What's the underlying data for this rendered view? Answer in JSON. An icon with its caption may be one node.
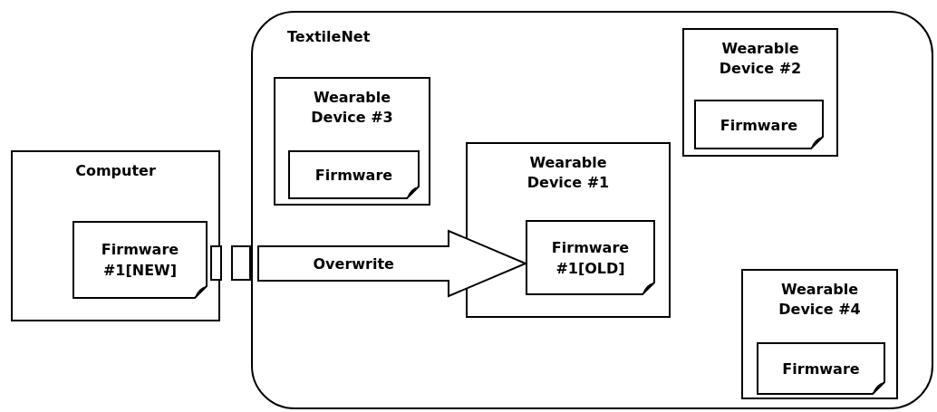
{
  "diagram": {
    "nodes": [
      {
        "text": [
          "Computer"
        ]
      },
      {
        "text": [
          "Firmware #1[NEW]"
        ],
        "in": 0
      },
      {
        "text": [
          "TextileNet"
        ]
      },
      {
        "text": [
          "Wearable Device #3"
        ],
        "in": 2
      },
      {
        "text": [
          "Firmware"
        ],
        "in": 3
      },
      {
        "text": [
          "Wearable Device #2"
        ],
        "in": 2
      },
      {
        "text": [
          "Firmware"
        ],
        "in": 5
      },
      {
        "text": [
          "Wearable Device #1"
        ],
        "in": 2
      },
      {
        "text": [
          "Firmware #1[OLD]"
        ],
        "in": 7
      },
      {
        "text": [
          "Wearable Device #4"
        ],
        "in": 2
      },
      {
        "text": [
          "Firmware"
        ],
        "in": 9
      }
    ],
    "edges": [
      {
        "from": 1,
        "to": 8,
        "arrow": "to",
        "label": "Overwrite",
        "style": "thick"
      }
    ]
  }
}
